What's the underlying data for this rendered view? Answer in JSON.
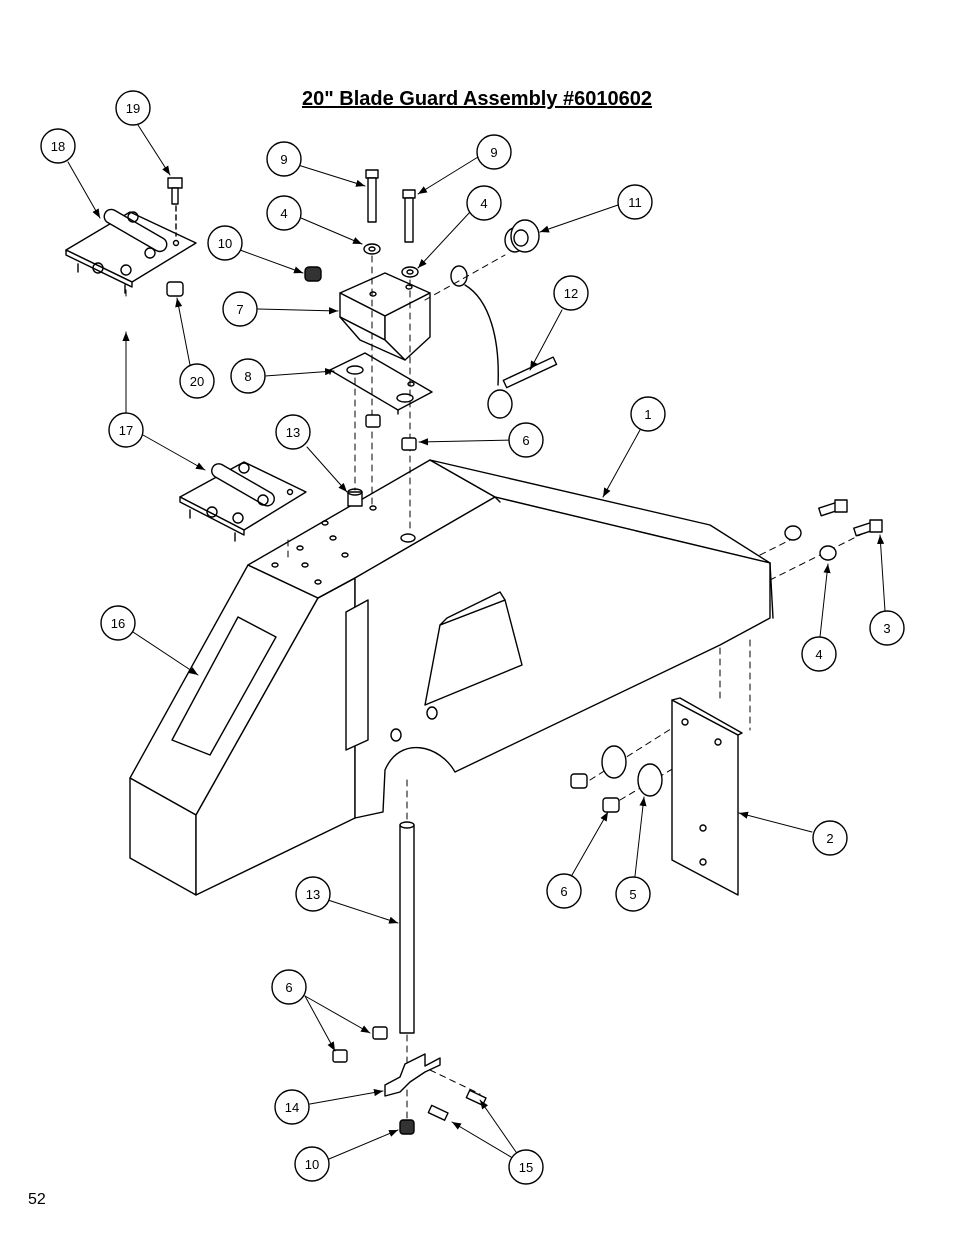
{
  "title": "20\" Blade Guard Assembly #6010602",
  "page_number": "52",
  "callouts": [
    "19",
    "18",
    "9",
    "9",
    "4",
    "4",
    "11",
    "10",
    "7",
    "12",
    "20",
    "8",
    "17",
    "13",
    "6",
    "1",
    "16",
    "3",
    "4",
    "2",
    "6",
    "5",
    "13",
    "6",
    "14",
    "10",
    "15"
  ]
}
